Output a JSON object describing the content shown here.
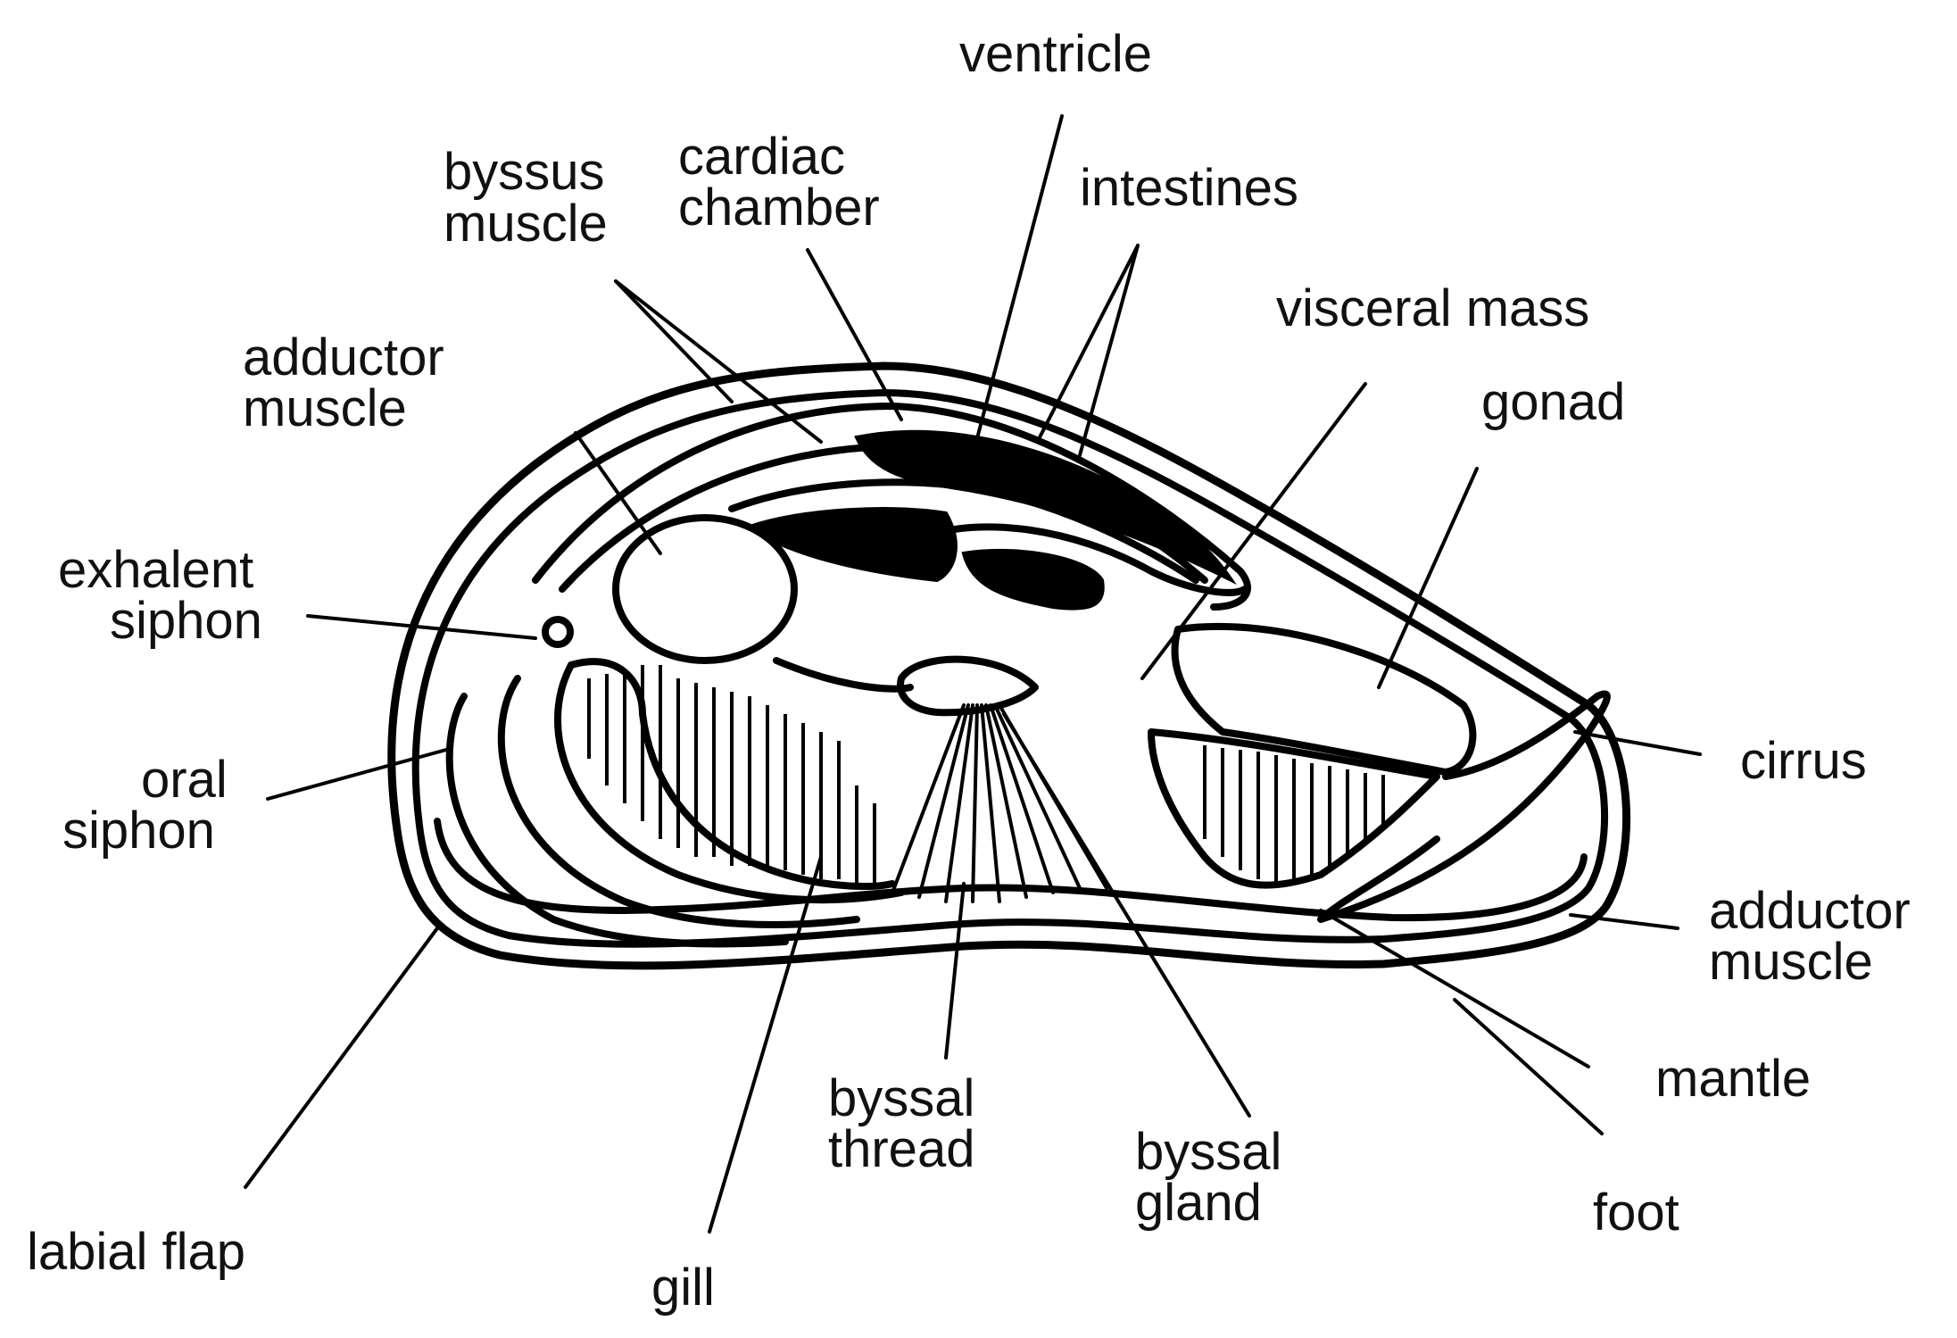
{
  "labels": {
    "ventricle": "ventricle",
    "intestines": "intestines",
    "cardiac_chamber_1": "cardiac",
    "cardiac_chamber_2": "chamber",
    "byssus_muscle_1": "byssus",
    "byssus_muscle_2": "muscle",
    "visceral_mass": "visceral mass",
    "gonad": "gonad",
    "adductor_muscle_left_1": "adductor",
    "adductor_muscle_left_2": "muscle",
    "exhalent_siphon_1": "exhalent",
    "exhalent_siphon_2": "siphon",
    "oral_siphon_1": "oral",
    "oral_siphon_2": "siphon",
    "cirrus": "cirrus",
    "adductor_muscle_right_1": "adductor",
    "adductor_muscle_right_2": "muscle",
    "mantle": "mantle",
    "foot": "foot",
    "byssal_thread_1": "byssal",
    "byssal_thread_2": "thread",
    "byssal_gland_1": "byssal",
    "byssal_gland_2": "gland",
    "labial_flap": "labial flap",
    "gill": "gill"
  },
  "colors": {
    "ink": "#000000",
    "background": "#ffffff"
  }
}
